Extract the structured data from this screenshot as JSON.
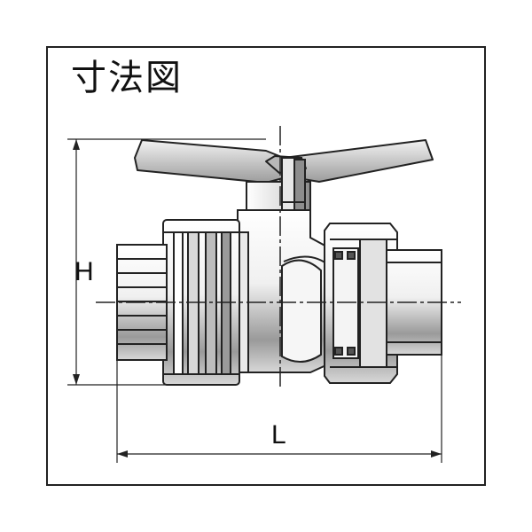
{
  "title": "寸法図",
  "dimensions": {
    "height_label": "H",
    "length_label": "L"
  }
}
